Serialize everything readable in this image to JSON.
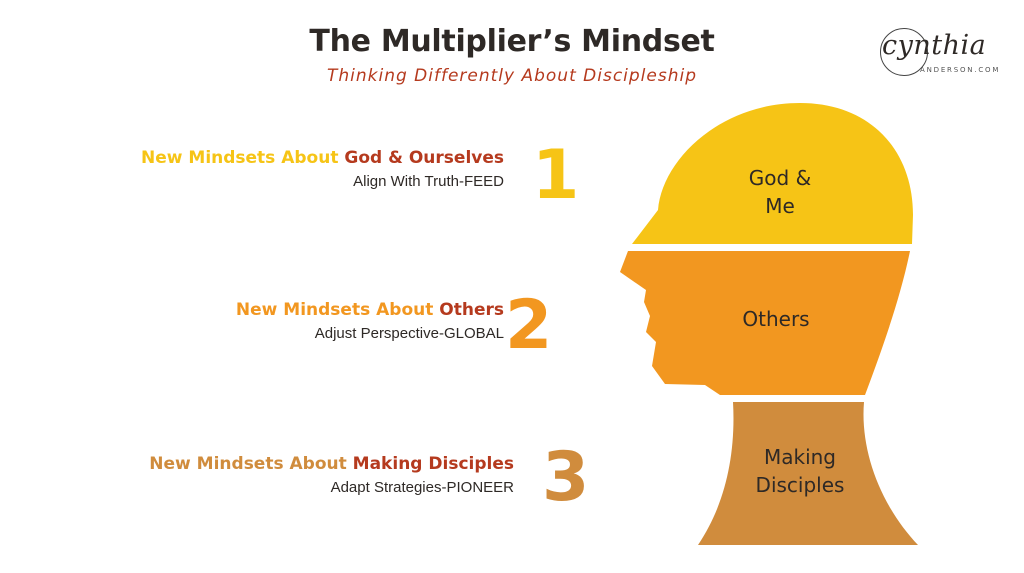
{
  "title": "The Multiplier’s Mindset",
  "subtitle": "Thinking Differently About Discipleship",
  "logo": {
    "script": "cynthia",
    "sub": "ANDERSON.COM"
  },
  "colors": {
    "yellow": "#f6c416",
    "orange": "#f29720",
    "tan": "#d08c3d",
    "red": "#b53a1e",
    "dark": "#2e2926"
  },
  "items": [
    {
      "prefix": "New Mindsets About ",
      "emphasis": "God & Ourselves",
      "desc": "Align With Truth-FEED",
      "number": "1",
      "segment": [
        "God &",
        "Me"
      ]
    },
    {
      "prefix": "New Mindsets About ",
      "emphasis": "Others",
      "desc": "Adjust Perspective-GLOBAL",
      "number": "2",
      "segment": [
        "Others"
      ]
    },
    {
      "prefix": "New Mindsets About ",
      "emphasis": "Making Disciples",
      "desc": "Adapt Strategies-PIONEER",
      "number": "3",
      "segment": [
        "Making",
        "Disciples"
      ]
    }
  ]
}
